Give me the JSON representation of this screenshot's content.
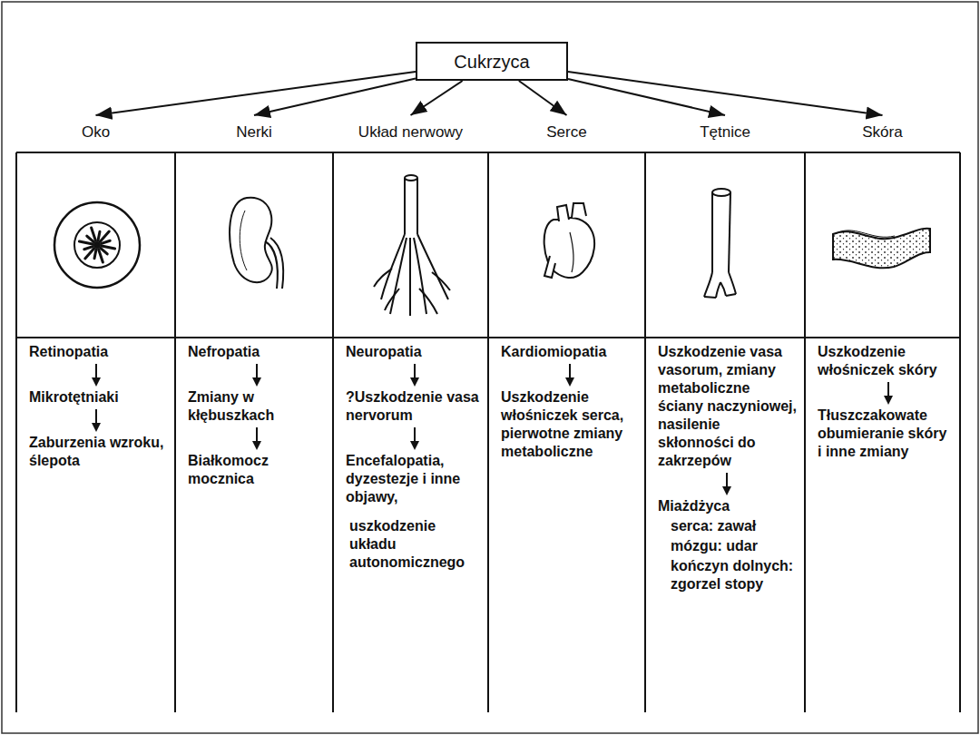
{
  "diagram": {
    "nodes": [
      {
        "text": [
          "Cukrzyca"
        ]
      },
      {
        "text": [
          "Oko",
          "Retinopatia",
          "Mikrotętniaki",
          "Zaburzenia wzroku, ślepota"
        ]
      },
      {
        "text": [
          "Nerki",
          "Nefropatia",
          "Zmiany w kłębuszkach",
          "Białkomocz mocznica"
        ]
      },
      {
        "text": [
          "Układ nerwowy",
          "Neuropatia",
          "?Uszkodzenie vasa nervorum",
          "Encefalopatia, dyzestezje i inne objawy,",
          "uszkodzenie układu autonomicznego"
        ]
      },
      {
        "text": [
          "Serce",
          "Kardiomiopatia",
          "Uszkodzenie włośniczek serca, pierwotne zmiany metaboliczne"
        ]
      },
      {
        "text": [
          "Tętnice",
          "Uszkodzenie vasa vasorum, zmiany metaboliczne ściany naczyniowej, nasilenie skłonności do zakrzepów",
          "Miażdżyca",
          "serca: zawał",
          "mózgu: udar",
          "kończyn dolnych: zgorzel stopy"
        ]
      },
      {
        "text": [
          "Skóra",
          "Uszkodzenie włośniczek skóry",
          "Tłuszczakowate obumieranie skóry i inne zmiany"
        ]
      }
    ],
    "edges": [
      {
        "from": 0,
        "to": 1,
        "arrow": "to"
      },
      {
        "from": 0,
        "to": 2,
        "arrow": "to"
      },
      {
        "from": 0,
        "to": 3,
        "arrow": "to"
      },
      {
        "from": 0,
        "to": 4,
        "arrow": "to"
      },
      {
        "from": 0,
        "to": 5,
        "arrow": "to"
      },
      {
        "from": 0,
        "to": 6,
        "arrow": "to"
      }
    ]
  }
}
